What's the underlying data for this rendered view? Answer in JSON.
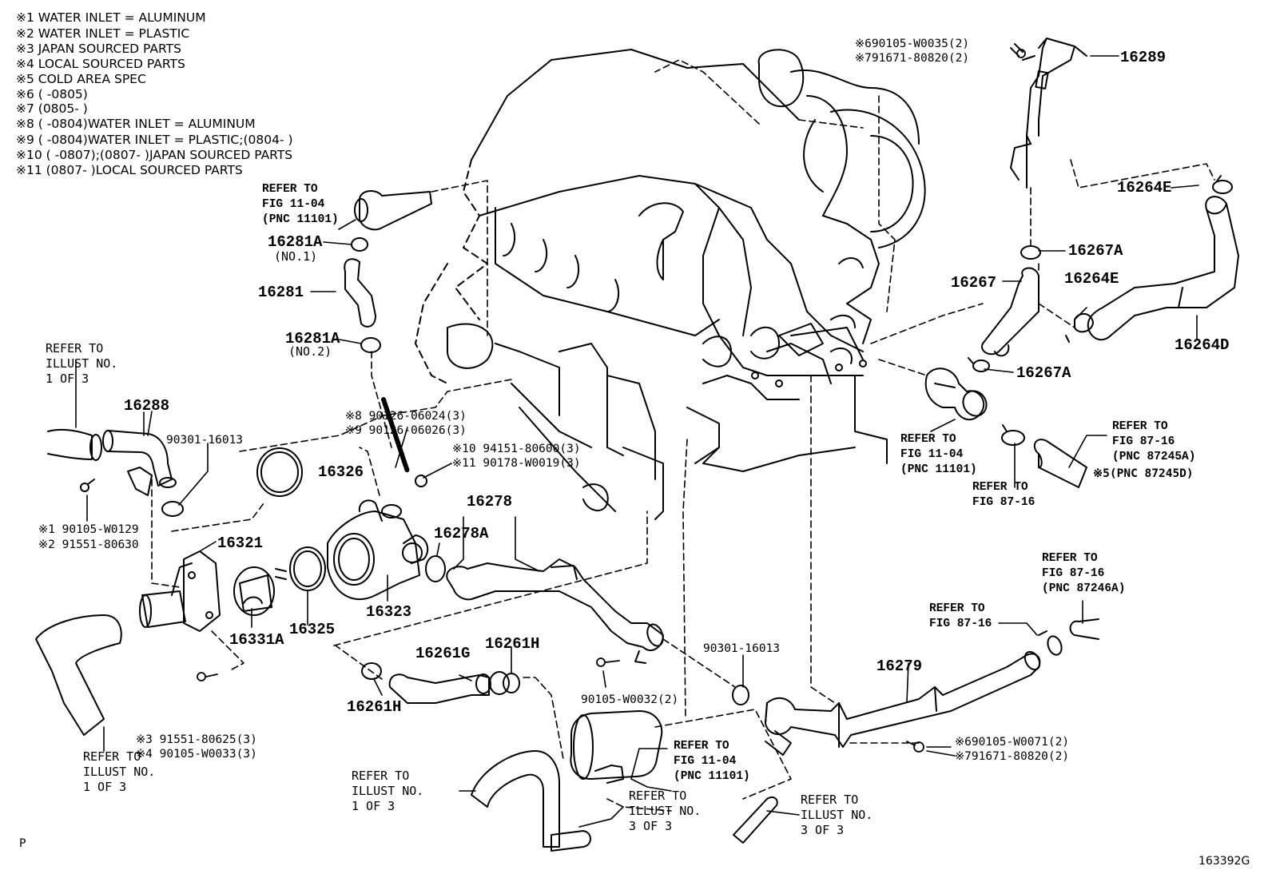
{
  "notes": [
    "※1 WATER INLET = ALUMINUM",
    "※2 WATER INLET = PLASTIC",
    "※3 JAPAN SOURCED PARTS",
    "※4 LOCAL SOURCED PARTS",
    "※5 COLD AREA SPEC",
    "※6 (        -0805)",
    "※7 (0805-        )",
    "※8 (        -0804)WATER INLET = ALUMINUM",
    "※9 (        -0804)WATER INLET = PLASTIC;(0804-        )",
    "※10 (        -0807);(0807-        )JAPAN SOURCED PARTS",
    "※11 (0807-        )LOCAL SOURCED PARTS"
  ],
  "labels": {
    "p16289": "16289",
    "p16264E_top": "16264E",
    "p16267A_top": "16267A",
    "p16267": "16267",
    "p16264E_mid": "16264E",
    "p16264D": "16264D",
    "p16267A_bot": "16267A",
    "p16281A_1": "16281A",
    "p16281A_1_sub": "(NO.1)",
    "p16281": "16281",
    "p16281A_2": "16281A",
    "p16281A_2_sub": "(NO.2)",
    "p16288": "16288",
    "p16326": "16326",
    "p16278": "16278",
    "p16278A": "16278A",
    "p16321": "16321",
    "p16331A": "16331A",
    "p16325": "16325",
    "p16323": "16323",
    "p16261G": "16261G",
    "p16261H_top": "16261H",
    "p16261H_bot": "16261H",
    "p16279": "16279"
  },
  "part_numbers": {
    "pn_16289a": "※690105-W0035(2)",
    "pn_16289b": "※791671-80820(2)",
    "pn_inlet_a": "※1  90105-W0129",
    "pn_inlet_b": "※2  91551-80630",
    "pn_90301_a": "90301-16013",
    "pn_8": "※8 90126-06024(3)",
    "pn_9": "※9 90126-06026(3)",
    "pn_10": "※10 94151-80600(3)",
    "pn_11": "※11 90178-W0019(3)",
    "pn_3": "※3  91551-80625(3)",
    "pn_4": "※4  90105-W0033(3)",
    "pn_0032": "90105-W0032(2)",
    "pn_90301_b": "90301-16013",
    "pn_0071a": "※690105-W0071(2)",
    "pn_0071b": "※791671-80820(2)",
    "pn_87245d": "※5(PNC 87245D)"
  },
  "refer": {
    "fig1104_top": "REFER TO\nFIG 11-04\n(PNC 11101)",
    "illust_left": "REFER TO\nILLUST NO.\n1 OF 3",
    "fig1104_right": "REFER TO\nFIG 11-04\n(PNC 11101)",
    "fig8716_a": "REFER TO\nFIG 87-16",
    "fig8716_b": "REFER TO\nFIG 87-16\n(PNC 87245A)",
    "fig8716_c": "REFER TO\nFIG 87-16\n(PNC 87246A)",
    "fig8716_d": "REFER TO\nFIG 87-16",
    "illust_botleft": "REFER TO\nILLUST NO.\n1 OF 3",
    "fig1104_bot": "REFER TO\nFIG 11-04\n(PNC 11101)",
    "illust_botmid": "REFER TO\nILLUST NO.\n1 OF 3",
    "illust_3a": "REFER TO\nILLUST NO.\n3 OF 3",
    "illust_3b": "REFER TO\nILLUST NO.\n3 OF 3"
  },
  "footer": {
    "left": "P",
    "right": "163392G"
  }
}
